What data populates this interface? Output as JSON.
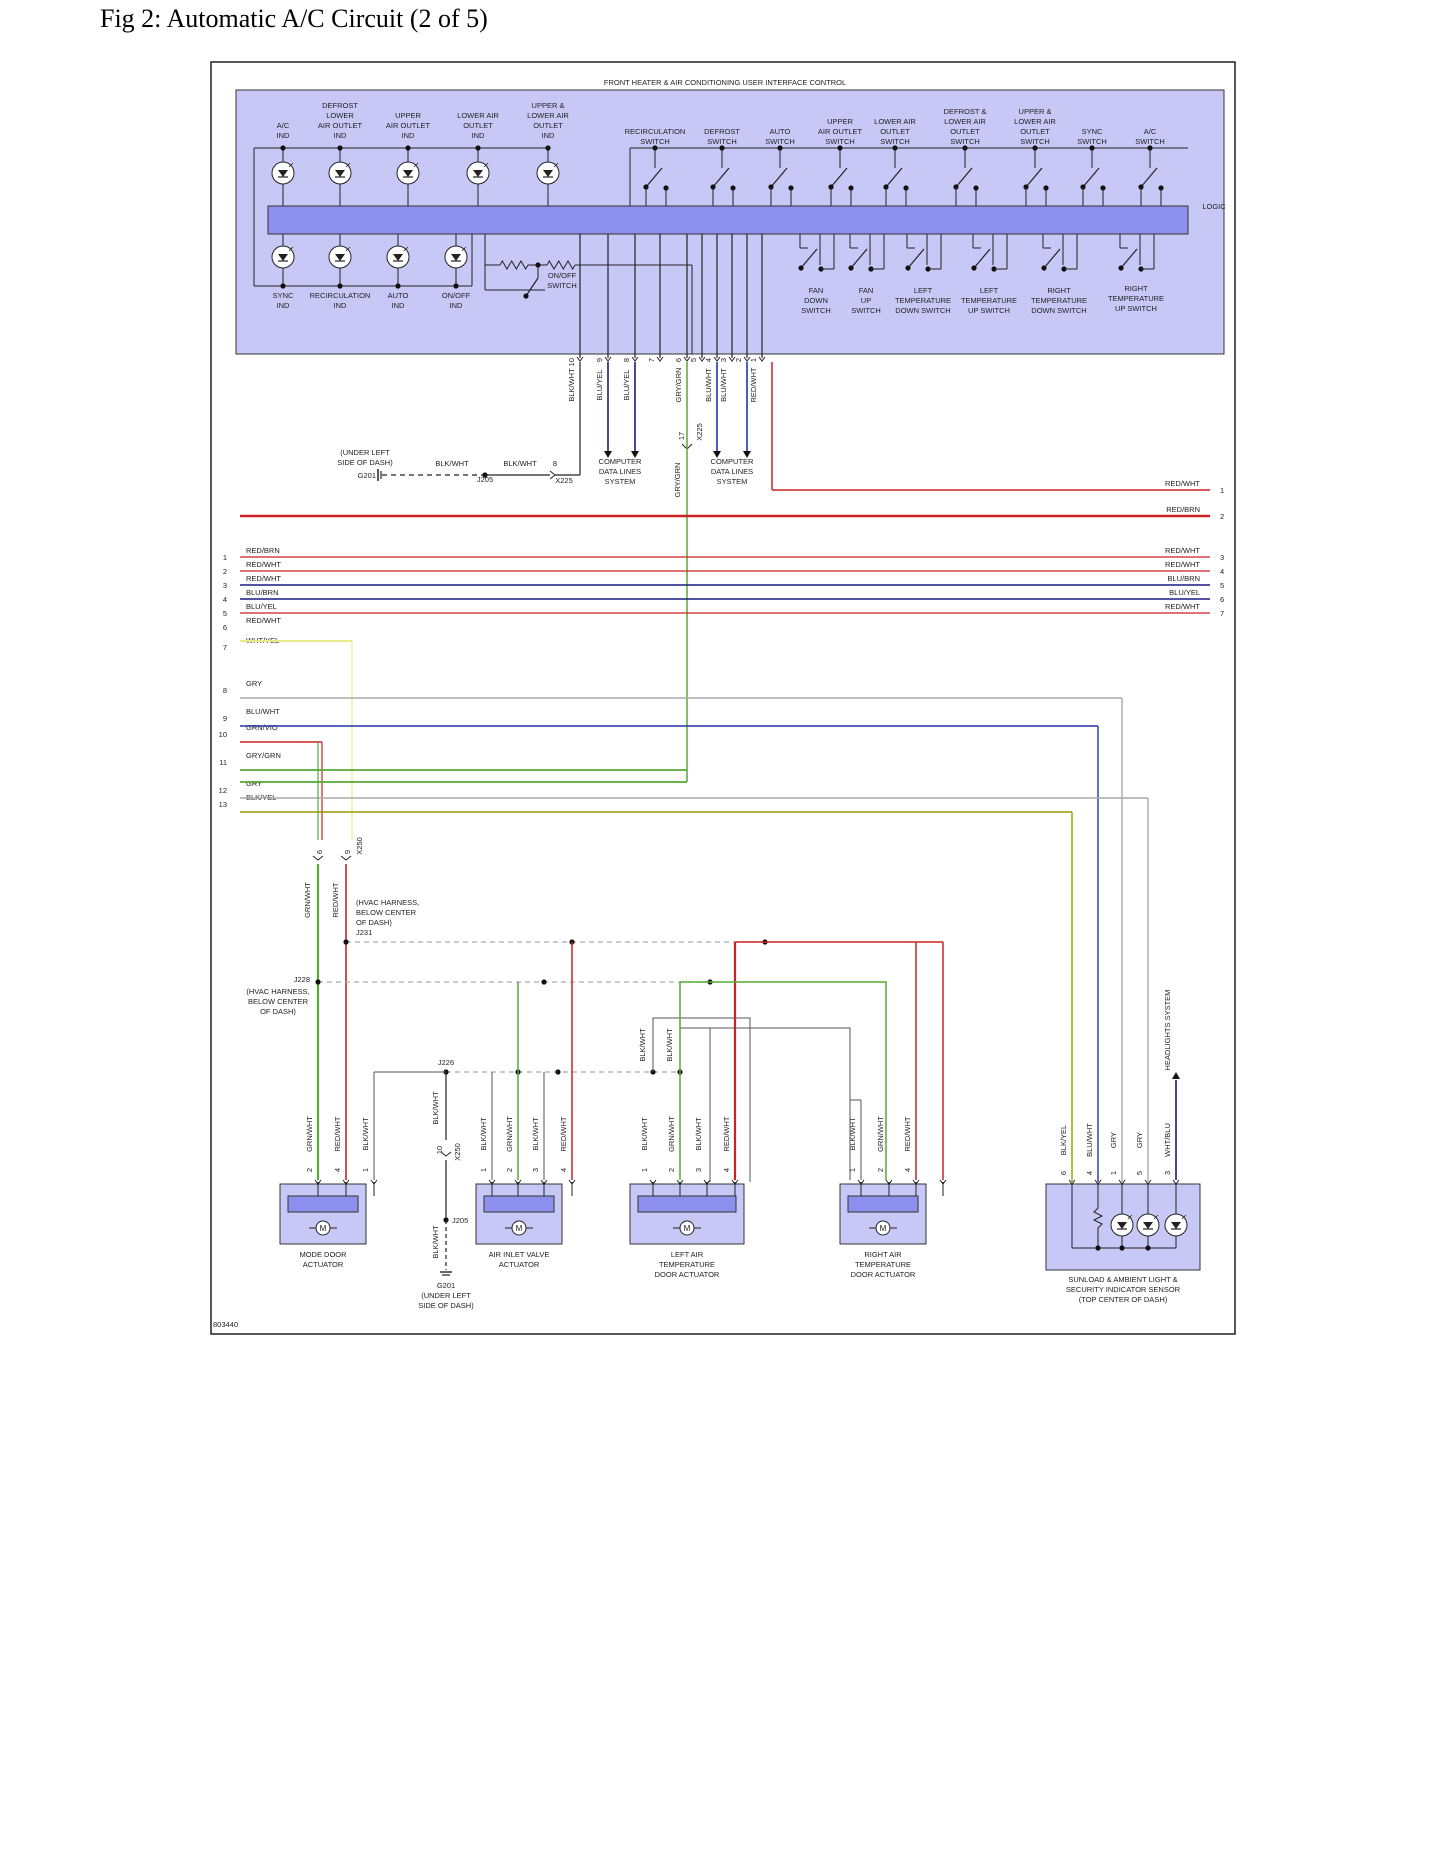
{
  "figure": {
    "title": "Fig 2: Automatic A/C Circuit (2 of 5)",
    "diagram_id": "803440"
  },
  "module": {
    "title": "FRONT HEATER & AIR CONDITIONING USER INTERFACE CONTROL",
    "logic_label": "LOGIC",
    "top_indicators": [
      [
        "A/C",
        "IND"
      ],
      [
        "DEFROST",
        "LOWER",
        "AIR OUTLET",
        "IND"
      ],
      [
        "UPPER",
        "AIR OUTLET",
        "IND"
      ],
      [
        "LOWER AIR",
        "OUTLET",
        "IND"
      ],
      [
        "UPPER &",
        "LOWER AIR",
        "OUTLET",
        "IND"
      ]
    ],
    "top_switches": [
      [
        "RECIRCULATION",
        "SWITCH"
      ],
      [
        "DEFROST",
        "SWITCH"
      ],
      [
        "AUTO",
        "SWITCH"
      ],
      [
        "UPPER",
        "AIR OUTLET",
        "SWITCH"
      ],
      [
        "LOWER AIR",
        "OUTLET",
        "SWITCH"
      ],
      [
        "DEFROST &",
        "LOWER AIR",
        "OUTLET",
        "SWITCH"
      ],
      [
        "UPPER &",
        "LOWER AIR",
        "OUTLET",
        "SWITCH"
      ],
      [
        "SYNC",
        "SWITCH"
      ],
      [
        "A/C",
        "SWITCH"
      ]
    ],
    "bottom_indicators": [
      [
        "SYNC",
        "IND"
      ],
      [
        "RECIRCULATION",
        "IND"
      ],
      [
        "AUTO",
        "IND"
      ],
      [
        "ON/OFF",
        "IND"
      ]
    ],
    "onoff_switch": [
      "ON/OFF",
      "SWITCH"
    ],
    "bottom_switches": [
      [
        "FAN",
        "DOWN",
        "SWITCH"
      ],
      [
        "FAN",
        "UP",
        "SWITCH"
      ],
      [
        "LEFT",
        "TEMPERATURE",
        "DOWN SWITCH"
      ],
      [
        "LEFT",
        "TEMPERATURE",
        "UP SWITCH"
      ],
      [
        "RIGHT",
        "TEMPERATURE",
        "DOWN SWITCH"
      ],
      [
        "RIGHT",
        "TEMPERATURE",
        "UP SWITCH"
      ]
    ],
    "pins": [
      {
        "pin": "10",
        "wire": "BLK/WHT",
        "color": "#222222"
      },
      {
        "pin": "9",
        "wire": "BLU/YEL",
        "color": "#1a1a80"
      },
      {
        "pin": "8",
        "wire": "BLU/YEL",
        "color": "#1a1a80"
      },
      {
        "pin": "7",
        "wire": "",
        "color": "#222222"
      },
      {
        "pin": "6",
        "wire": "GRY/GRN",
        "color": "#55aa33"
      },
      {
        "pin": "5",
        "wire": "",
        "color": "#222222"
      },
      {
        "pin": "4",
        "wire": "BLU/WHT",
        "color": "#2233aa"
      },
      {
        "pin": "3",
        "wire": "BLU/WHT",
        "color": "#2233aa"
      },
      {
        "pin": "2",
        "wire": "",
        "color": "#222222"
      },
      {
        "pin": "1",
        "wire": "RED/WHT",
        "color": "#cc2222"
      }
    ]
  },
  "ground_top": {
    "location": [
      "(UNDER LEFT",
      "SIDE OF DASH)"
    ],
    "ground": "G201",
    "splice": "J205",
    "wire1": "BLK/WHT",
    "wire2": "BLK/WHT",
    "connector_pin": "8",
    "connector": "X225"
  },
  "x225_pin_17": {
    "pin": "17",
    "connector": "X225",
    "wire": "GRY/GRN"
  },
  "computer_data_lines": [
    [
      "COMPUTER",
      "DATA LINES",
      "SYSTEM"
    ],
    [
      "COMPUTER",
      "DATA LINES",
      "SYSTEM"
    ]
  ],
  "left_wires": [
    {
      "num": "1",
      "label": "RED/BRN",
      "color": "#cc2222"
    },
    {
      "num": "2",
      "label": "RED/WHT",
      "color": "#cc2222"
    },
    {
      "num": "3",
      "label": "RED/WHT",
      "color": "#cc2222"
    },
    {
      "num": "4",
      "label": "BLU/BRN",
      "color": "#1a1a80"
    },
    {
      "num": "5",
      "label": "BLU/YEL",
      "color": "#1a1a80"
    },
    {
      "num": "6",
      "label": "RED/WHT",
      "color": "#cc2222"
    },
    {
      "num": "7",
      "label": "WHT/YEL",
      "color": "#e8e88c"
    },
    {
      "num": "8",
      "label": "GRY",
      "color": "#aaaaaa"
    },
    {
      "num": "9",
      "label": "BLU/WHT",
      "color": "#2233aa"
    },
    {
      "num": "10",
      "label": "GRN/VIO",
      "color": "#55aa33"
    },
    {
      "num": "11",
      "label": "GRY/GRN",
      "color": "#55aa33"
    },
    {
      "num": "12",
      "label": "GRY",
      "color": "#aaaaaa"
    },
    {
      "num": "13",
      "label": "BLK/YEL",
      "color": "#999900"
    }
  ],
  "right_wires": [
    {
      "num": "1",
      "label": "RED/WHT"
    },
    {
      "num": "2",
      "label": "RED/BRN"
    },
    {
      "num": "3",
      "label": "RED/WHT"
    },
    {
      "num": "4",
      "label": "RED/WHT"
    },
    {
      "num": "5",
      "label": "BLU/BRN"
    },
    {
      "num": "6",
      "label": "BLU/YEL"
    },
    {
      "num": "7",
      "label": "RED/WHT"
    }
  ],
  "x250": {
    "connector": "X250",
    "pin_a": "6",
    "pin_b": "9",
    "wire_a": "GRN/WHT",
    "wire_b": "RED/WHT"
  },
  "j231": {
    "label": "J231",
    "location": [
      "(HVAC HARNESS,",
      "BELOW CENTER",
      "OF DASH)"
    ]
  },
  "j228": {
    "label": "J228",
    "location": [
      "(HVAC HARNESS,",
      "BELOW CENTER",
      "OF DASH)"
    ]
  },
  "j226": {
    "label": "J226"
  },
  "ground_bottom": {
    "ground": "G201",
    "splice": "J205",
    "location": [
      "(UNDER LEFT",
      "SIDE OF DASH)"
    ],
    "connector": "X250",
    "pin": "10",
    "wire": "BLK/WHT"
  },
  "vertical_labels": {
    "blk_wht": "BLK/WHT"
  },
  "headlights": "HEADLIGHTS SYSTEM",
  "actuators": [
    {
      "name": [
        "MODE DOOR",
        "ACTUATOR"
      ],
      "pins": [
        "2",
        "4",
        "1"
      ],
      "wires": [
        "GRN/WHT",
        "RED/WHT",
        "BLK/WHT"
      ]
    },
    {
      "name": [
        "AIR INLET VALVE",
        "ACTUATOR"
      ],
      "pins": [
        "1",
        "2",
        "3",
        "4"
      ],
      "wires": [
        "BLK/WHT",
        "GRN/WHT",
        "BLK/WHT",
        "RED/WHT"
      ]
    },
    {
      "name": [
        "LEFT AIR",
        "TEMPERATURE",
        "DOOR ACTUATOR"
      ],
      "pins": [
        "1",
        "2",
        "3",
        "4"
      ],
      "wires": [
        "BLK/WHT",
        "GRN/WHT",
        "BLK/WHT",
        "RED/WHT"
      ]
    },
    {
      "name": [
        "RIGHT AIR",
        "TEMPERATURE",
        "DOOR ACTUATOR"
      ],
      "pins": [
        "1",
        "2",
        "4"
      ],
      "wires": [
        "BLK/WHT",
        "GRN/WHT",
        "RED/WHT"
      ]
    }
  ],
  "sensor": {
    "name": [
      "SUNLOAD & AMBIENT LIGHT &",
      "SECURITY INDICATOR SENSOR",
      "(TOP CENTER OF DASH)"
    ],
    "pins": [
      "6",
      "4",
      "1",
      "5",
      "3"
    ],
    "wires": [
      "BLK/YEL",
      "BLU/WHT",
      "GRY",
      "GRY",
      "WHT/BLU"
    ]
  }
}
